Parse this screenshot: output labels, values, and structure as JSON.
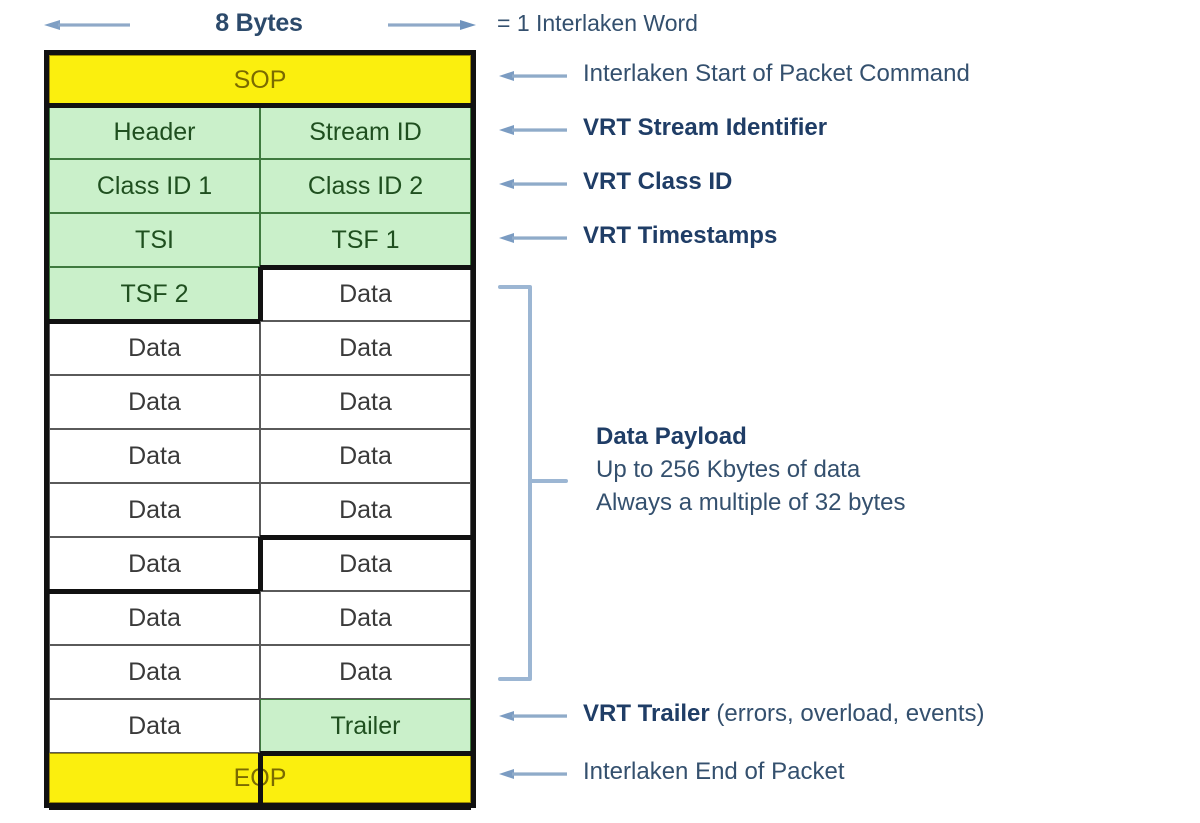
{
  "legend": {
    "bytes_label": "8 Bytes",
    "word_label": "= 1 Interlaken Word",
    "left_arrow_icon": "arrow-left-icon",
    "right_arrow_icon": "arrow-right-icon"
  },
  "packet": {
    "rows": [
      {
        "id": "sop",
        "span": "full",
        "cells": [
          {
            "text": "SOP",
            "fill": "yellow"
          }
        ]
      },
      {
        "id": "header",
        "span": "half",
        "cells": [
          {
            "text": "Header",
            "fill": "green"
          },
          {
            "text": "Stream ID",
            "fill": "green"
          }
        ]
      },
      {
        "id": "classid",
        "span": "half",
        "cells": [
          {
            "text": "Class ID 1",
            "fill": "green"
          },
          {
            "text": "Class ID 2",
            "fill": "green"
          }
        ]
      },
      {
        "id": "timestamp1",
        "span": "half",
        "cells": [
          {
            "text": "TSI",
            "fill": "green"
          },
          {
            "text": "TSF 1",
            "fill": "green"
          }
        ]
      },
      {
        "id": "timestamp2",
        "span": "half",
        "cells": [
          {
            "text": "TSF 2",
            "fill": "green"
          },
          {
            "text": "Data",
            "fill": "white"
          }
        ]
      },
      {
        "id": "data1",
        "span": "half",
        "cells": [
          {
            "text": "Data",
            "fill": "white"
          },
          {
            "text": "Data",
            "fill": "white"
          }
        ]
      },
      {
        "id": "data2",
        "span": "half",
        "cells": [
          {
            "text": "Data",
            "fill": "white"
          },
          {
            "text": "Data",
            "fill": "white"
          }
        ]
      },
      {
        "id": "data3",
        "span": "half",
        "cells": [
          {
            "text": "Data",
            "fill": "white"
          },
          {
            "text": "Data",
            "fill": "white"
          }
        ]
      },
      {
        "id": "data4",
        "span": "half",
        "cells": [
          {
            "text": "Data",
            "fill": "white"
          },
          {
            "text": "Data",
            "fill": "white"
          }
        ]
      },
      {
        "id": "data5",
        "span": "half",
        "cells": [
          {
            "text": "Data",
            "fill": "white"
          },
          {
            "text": "Data",
            "fill": "white"
          }
        ]
      },
      {
        "id": "data6",
        "span": "half",
        "cells": [
          {
            "text": "Data",
            "fill": "white"
          },
          {
            "text": "Data",
            "fill": "white"
          }
        ]
      },
      {
        "id": "data7",
        "span": "half",
        "cells": [
          {
            "text": "Data",
            "fill": "white"
          },
          {
            "text": "Data",
            "fill": "white"
          }
        ]
      },
      {
        "id": "trailer",
        "span": "half",
        "cells": [
          {
            "text": "Data",
            "fill": "white"
          },
          {
            "text": "Trailer",
            "fill": "green"
          }
        ]
      },
      {
        "id": "eop",
        "span": "full",
        "cells": [
          {
            "text": "EOP",
            "fill": "yellow"
          }
        ]
      }
    ]
  },
  "annotations": [
    {
      "id": "sop",
      "text": "Interlaken Start of Packet Command",
      "bold": false,
      "suffix": ""
    },
    {
      "id": "streamid",
      "text": "VRT Stream Identifier",
      "bold": true,
      "suffix": ""
    },
    {
      "id": "classid",
      "text": "VRT Class ID",
      "bold": true,
      "suffix": ""
    },
    {
      "id": "timestamp",
      "text": "VRT Timestamps",
      "bold": true,
      "suffix": ""
    },
    {
      "id": "trailer",
      "text": "VRT Trailer",
      "bold": true,
      "suffix": "  (errors, overload, events)"
    },
    {
      "id": "eop",
      "text": "Interlaken End of Packet",
      "bold": false,
      "suffix": ""
    }
  ],
  "payload": {
    "title": "Data Payload",
    "line_capacity": "Up to 256 Kbytes of data",
    "line_multiple": "Always a multiple of 32 bytes",
    "bracket_icon": "curly-brace-right-icon"
  },
  "colors": {
    "yellow_fill": "#fbef0e",
    "green_fill": "#caf0ca",
    "white_fill": "#ffffff",
    "border_black": "#111111",
    "annotation_blue": "#34506e",
    "annotation_bold_blue": "#1f3d66",
    "arrow_blue": "#7f9fc4"
  }
}
